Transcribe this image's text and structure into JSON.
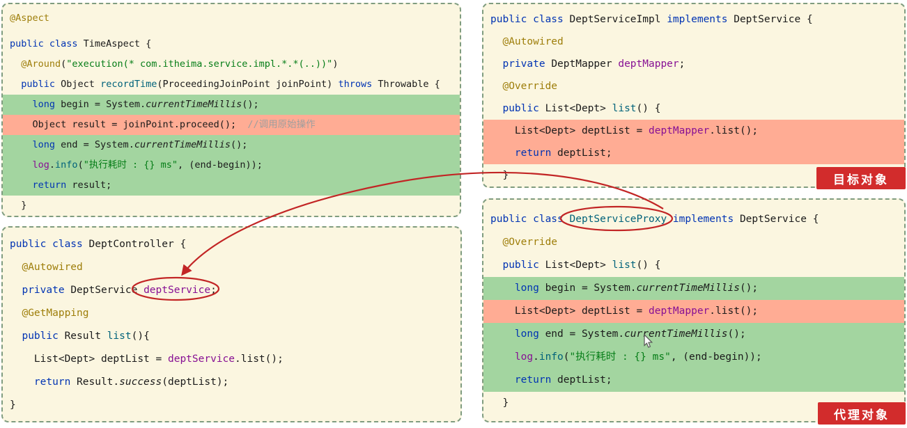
{
  "badges": {
    "target": "目标对象",
    "proxy": "代理对象"
  },
  "annotations": {
    "ellipse_1_text": "deptService",
    "ellipse_2_text": "DeptServiceProxy",
    "arrow": "DeptServiceProxy -> deptService"
  },
  "colors": {
    "panel_bg": "#FBF6E0",
    "highlight_green": "#A3D5A0",
    "highlight_salmon": "#FFAC94",
    "badge_red": "#D22C2C",
    "annotation_red": "#C22525",
    "keyword_blue": "#0033B3",
    "annotation_gold": "#9E7E0A",
    "string_green": "#067D17",
    "field_purple": "#871094",
    "method_teal": "#00627A",
    "comment_gray": "#9E9E9E"
  },
  "panels": {
    "timeAspect": {
      "lines": [
        {
          "hl": "",
          "seg": [
            [
              "@Aspect",
              "ann"
            ]
          ]
        },
        {
          "hl": "",
          "seg": [
            [
              "public class ",
              "kw"
            ],
            [
              "TimeAspect {",
              "pl"
            ]
          ]
        },
        {
          "hl": "",
          "seg": [
            [
              "  @Around",
              "ann"
            ],
            [
              "(",
              "pl"
            ],
            [
              "\"execution(* com.itheima.service.impl.*.*(..))\"",
              "str"
            ],
            [
              ")",
              "pl"
            ]
          ]
        },
        {
          "hl": "",
          "seg": [
            [
              "  public ",
              "kw"
            ],
            [
              "Object ",
              "pl"
            ],
            [
              "recordTime",
              "fn"
            ],
            [
              "(ProceedingJoinPoint joinPoint) ",
              "pl"
            ],
            [
              "throws ",
              "kw"
            ],
            [
              "Throwable {",
              "pl"
            ]
          ]
        },
        {
          "hl": "green",
          "seg": [
            [
              "    long ",
              "kw"
            ],
            [
              "begin = System.",
              "pl"
            ],
            [
              "currentTimeMillis",
              "stm"
            ],
            [
              "();",
              "pl"
            ]
          ]
        },
        {
          "hl": "red",
          "seg": [
            [
              "    Object result = joinPoint.proceed();  ",
              "pl"
            ],
            [
              "//调用原始操作",
              "cm"
            ]
          ]
        },
        {
          "hl": "green",
          "seg": [
            [
              "    long ",
              "kw"
            ],
            [
              "end = System.",
              "pl"
            ],
            [
              "currentTimeMillis",
              "stm"
            ],
            [
              "();",
              "pl"
            ]
          ]
        },
        {
          "hl": "green",
          "seg": [
            [
              "    log",
              "fld"
            ],
            [
              ".",
              "pl"
            ],
            [
              "info",
              "fn"
            ],
            [
              "(",
              "pl"
            ],
            [
              "\"执行耗时 : {} ms\"",
              "str"
            ],
            [
              ", (end-begin));",
              "pl"
            ]
          ]
        },
        {
          "hl": "green",
          "seg": [
            [
              "    return ",
              "kw"
            ],
            [
              "result;",
              "pl"
            ]
          ]
        },
        {
          "hl": "",
          "seg": [
            [
              "  }",
              "pl"
            ]
          ]
        }
      ]
    },
    "deptController": {
      "lines": [
        {
          "hl": "",
          "seg": [
            [
              "public class ",
              "kw"
            ],
            [
              "DeptController {",
              "pl"
            ]
          ]
        },
        {
          "hl": "",
          "seg": [
            [
              "  @Autowired",
              "ann"
            ]
          ]
        },
        {
          "hl": "",
          "seg": [
            [
              "  private ",
              "kw"
            ],
            [
              "DeptService ",
              "pl"
            ],
            [
              "deptService",
              "fld"
            ],
            [
              ";",
              "pl"
            ]
          ]
        },
        {
          "hl": "",
          "seg": [
            [
              "  @GetMapping",
              "ann"
            ]
          ]
        },
        {
          "hl": "",
          "seg": [
            [
              "  public ",
              "kw"
            ],
            [
              "Result ",
              "pl"
            ],
            [
              "list",
              "fn"
            ],
            [
              "(){",
              "pl"
            ]
          ]
        },
        {
          "hl": "",
          "seg": [
            [
              "    List<Dept> deptList = ",
              "pl"
            ],
            [
              "deptService",
              "fld"
            ],
            [
              ".list();",
              "pl"
            ]
          ]
        },
        {
          "hl": "",
          "seg": [
            [
              "    return ",
              "kw"
            ],
            [
              "Result.",
              "pl"
            ],
            [
              "success",
              "stm"
            ],
            [
              "(deptList);",
              "pl"
            ]
          ]
        },
        {
          "hl": "",
          "seg": [
            [
              "}",
              "pl"
            ]
          ]
        }
      ]
    },
    "deptServiceImpl": {
      "lines": [
        {
          "hl": "",
          "seg": [
            [
              "public class ",
              "kw"
            ],
            [
              "DeptServiceImpl ",
              "pl"
            ],
            [
              "implements ",
              "kw"
            ],
            [
              "DeptService {",
              "pl"
            ]
          ]
        },
        {
          "hl": "",
          "seg": [
            [
              "  @Autowired",
              "ann"
            ]
          ]
        },
        {
          "hl": "",
          "seg": [
            [
              "  private ",
              "kw"
            ],
            [
              "DeptMapper ",
              "pl"
            ],
            [
              "deptMapper",
              "fld"
            ],
            [
              ";",
              "pl"
            ]
          ]
        },
        {
          "hl": "",
          "seg": [
            [
              "  @Override",
              "ann"
            ]
          ]
        },
        {
          "hl": "",
          "seg": [
            [
              "  public ",
              "kw"
            ],
            [
              "List<Dept> ",
              "pl"
            ],
            [
              "list",
              "fn"
            ],
            [
              "() {",
              "pl"
            ]
          ]
        },
        {
          "hl": "red",
          "seg": [
            [
              "    List<Dept> deptList = ",
              "pl"
            ],
            [
              "deptMapper",
              "fld"
            ],
            [
              ".list();",
              "pl"
            ]
          ]
        },
        {
          "hl": "red",
          "seg": [
            [
              "    return ",
              "kw"
            ],
            [
              "deptList;",
              "pl"
            ]
          ]
        },
        {
          "hl": "",
          "seg": [
            [
              "  }",
              "pl"
            ]
          ]
        }
      ]
    },
    "deptServiceProxy": {
      "lines": [
        {
          "hl": "",
          "seg": [
            [
              "public class ",
              "kw"
            ],
            [
              "DeptServiceProxy ",
              "fn"
            ],
            [
              "implements ",
              "kw"
            ],
            [
              "DeptService {",
              "pl"
            ]
          ]
        },
        {
          "hl": "",
          "seg": [
            [
              "  @Override",
              "ann"
            ]
          ]
        },
        {
          "hl": "",
          "seg": [
            [
              "  public ",
              "kw"
            ],
            [
              "List<Dept> ",
              "pl"
            ],
            [
              "list",
              "fn"
            ],
            [
              "() {",
              "pl"
            ]
          ]
        },
        {
          "hl": "green",
          "seg": [
            [
              "    long ",
              "kw"
            ],
            [
              "begin = System.",
              "pl"
            ],
            [
              "currentTimeMillis",
              "stm"
            ],
            [
              "();",
              "pl"
            ]
          ]
        },
        {
          "hl": "red",
          "seg": [
            [
              "    List<Dept> deptList = ",
              "pl"
            ],
            [
              "deptMapper",
              "fld"
            ],
            [
              ".list();",
              "pl"
            ]
          ]
        },
        {
          "hl": "green",
          "seg": [
            [
              "    long ",
              "kw"
            ],
            [
              "end = System.",
              "pl"
            ],
            [
              "currentTimeMillis",
              "stm"
            ],
            [
              "();",
              "pl"
            ]
          ]
        },
        {
          "hl": "green",
          "seg": [
            [
              "    log",
              "fld"
            ],
            [
              ".",
              "pl"
            ],
            [
              "info",
              "fn"
            ],
            [
              "(",
              "pl"
            ],
            [
              "\"执行耗时 : {} ms\"",
              "str"
            ],
            [
              ", (end-begin));",
              "pl"
            ]
          ]
        },
        {
          "hl": "green",
          "seg": [
            [
              "    return ",
              "kw"
            ],
            [
              "deptList;",
              "pl"
            ]
          ]
        },
        {
          "hl": "",
          "seg": [
            [
              "  }",
              "pl"
            ]
          ]
        }
      ]
    }
  }
}
